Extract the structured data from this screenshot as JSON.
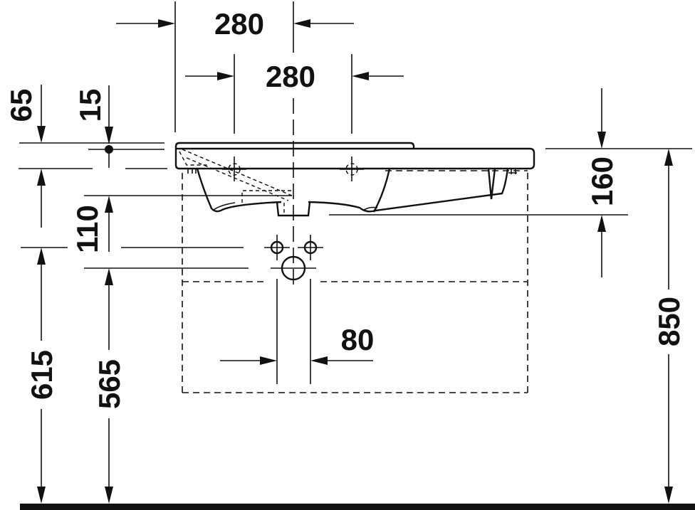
{
  "drawing": {
    "title": "Washbasin with vanity unit – front elevation dimension drawing",
    "units": "mm",
    "line_color": "#111111",
    "background": "#ffffff",
    "dimensions": {
      "overall_width_left_to_center": {
        "label": "280",
        "orientation": "horizontal"
      },
      "tap_hole_spacing": {
        "label": "280",
        "orientation": "horizontal"
      },
      "top_offset_65": {
        "label": "65",
        "orientation": "vertical"
      },
      "top_offset_15": {
        "label": "15",
        "orientation": "vertical"
      },
      "drain_height_110": {
        "label": "110",
        "orientation": "vertical"
      },
      "bowl_depth_160": {
        "label": "160",
        "orientation": "vertical"
      },
      "connection_spacing_80": {
        "label": "80",
        "orientation": "horizontal"
      },
      "height_615": {
        "label": "615",
        "orientation": "vertical"
      },
      "height_565": {
        "label": "565",
        "orientation": "vertical"
      },
      "overall_height_850": {
        "label": "850",
        "orientation": "vertical"
      }
    },
    "elements": [
      "washbasin-top-slab",
      "basin-bowl",
      "overflow-channel",
      "drain-outlet",
      "water-supply-connections",
      "waste-connection",
      "vanity-cabinet-outline",
      "floor-line"
    ]
  }
}
